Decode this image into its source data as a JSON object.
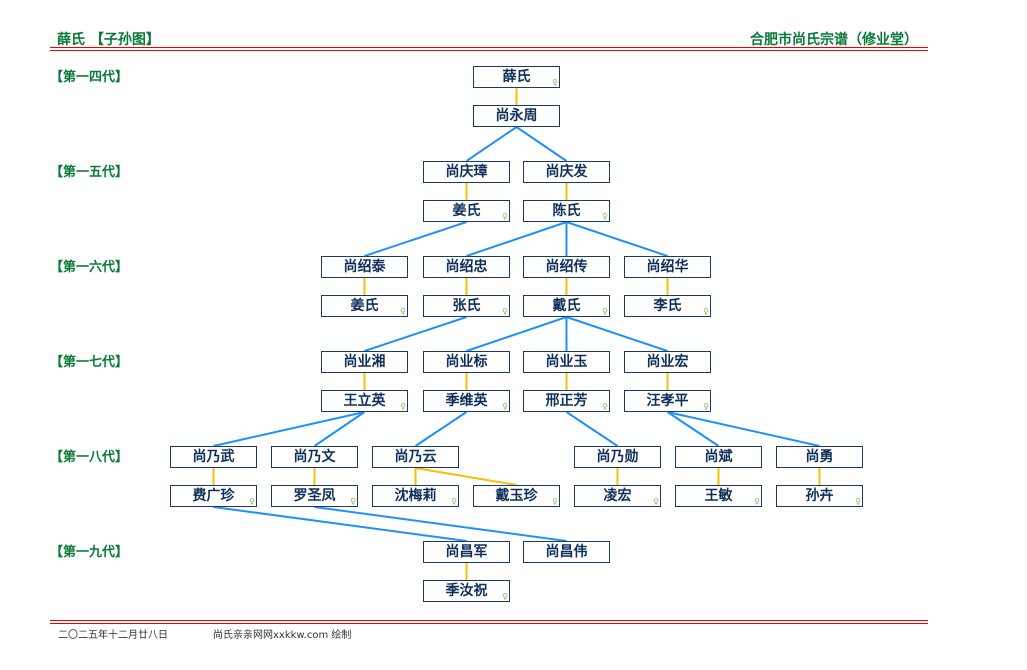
{
  "header": {
    "left_title": "薛氏 【子孙图】",
    "right_title": "合肥市尚氏宗谱（修业堂）"
  },
  "generations": [
    "【第一四代】",
    "【第一五代】",
    "【第一六代】",
    "【第一七代】",
    "【第一八代】",
    "【第一九代】"
  ],
  "female_icon": "♀",
  "nodes": [
    {
      "name": "薛氏",
      "female": true
    },
    {
      "name": "尚永周",
      "female": false
    },
    {
      "name": "尚庆璋",
      "female": false
    },
    {
      "name": "尚庆发",
      "female": false
    },
    {
      "name": "姜氏",
      "female": true
    },
    {
      "name": "陈氏",
      "female": true
    },
    {
      "name": "尚绍泰",
      "female": false
    },
    {
      "name": "尚绍忠",
      "female": false
    },
    {
      "name": "尚绍传",
      "female": false
    },
    {
      "name": "尚绍华",
      "female": false
    },
    {
      "name": "姜氏",
      "female": true
    },
    {
      "name": "张氏",
      "female": true
    },
    {
      "name": "戴氏",
      "female": true
    },
    {
      "name": "李氏",
      "female": true
    },
    {
      "name": "尚业湘",
      "female": false
    },
    {
      "name": "尚业标",
      "female": false
    },
    {
      "name": "尚业玉",
      "female": false
    },
    {
      "name": "尚业宏",
      "female": false
    },
    {
      "name": "王立英",
      "female": true
    },
    {
      "name": "季维英",
      "female": true
    },
    {
      "name": "邢正芳",
      "female": true
    },
    {
      "name": "汪孝平",
      "female": true
    },
    {
      "name": "尚乃武",
      "female": false
    },
    {
      "name": "尚乃文",
      "female": false
    },
    {
      "name": "尚乃云",
      "female": false
    },
    {
      "name": "尚乃勋",
      "female": false
    },
    {
      "name": "尚斌",
      "female": false
    },
    {
      "name": "尚勇",
      "female": false
    },
    {
      "name": "费广珍",
      "female": true
    },
    {
      "name": "罗圣凤",
      "female": true
    },
    {
      "name": "沈梅莉",
      "female": true
    },
    {
      "name": "戴玉珍",
      "female": true
    },
    {
      "name": "凌宏",
      "female": true
    },
    {
      "name": "王敏",
      "female": true
    },
    {
      "name": "孙卉",
      "female": true
    },
    {
      "name": "尚昌军",
      "female": false
    },
    {
      "name": "尚昌伟",
      "female": false
    },
    {
      "name": "季汝祝",
      "female": true
    }
  ],
  "colors": {
    "child_line": "#1e90ff",
    "spouse_line": "#f5c000",
    "title": "#0a7a3a",
    "rule": "#e00000"
  },
  "footer": {
    "date": "二〇二五年十二月廿八日",
    "credit": "尚氏亲亲网网xxkkw.com 绘制"
  }
}
